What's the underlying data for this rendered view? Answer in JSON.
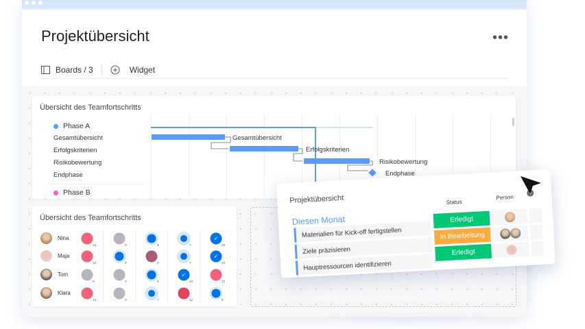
{
  "header": {
    "title": "Projektübersicht",
    "more_label": "•••",
    "boards_label": "Boards / 3",
    "widget_label": "Widget"
  },
  "gantt": {
    "title": "Übersicht des Teamfortschritts",
    "phase_a": "Phase A",
    "phase_b": "Phase B",
    "phase_a_color": "#579bfc",
    "phase_b_color": "#ff5ac4",
    "tasks": [
      {
        "label": "Gesamtübersicht"
      },
      {
        "label": "Erfolgskriterien"
      },
      {
        "label": "Risikobewertung"
      },
      {
        "label": "Endphase"
      }
    ]
  },
  "team": {
    "title": "Übersicht des Teamfortschritts",
    "people": [
      {
        "name": "Nina",
        "cells": [
          {
            "type": "pink",
            "value": "13"
          },
          {
            "type": "gray",
            "value": "0"
          },
          {
            "type": "blue",
            "value": "9"
          },
          {
            "type": "blue-small",
            "value": "7"
          },
          {
            "type": "check",
            "value": "10"
          }
        ]
      },
      {
        "name": "Maja",
        "cells": [
          {
            "type": "pink",
            "value": "13"
          },
          {
            "type": "blue",
            "value": "9"
          },
          {
            "type": "maroon",
            "value": "0"
          },
          {
            "type": "blue-small",
            "value": "7"
          },
          {
            "type": "check",
            "value": "10"
          }
        ]
      },
      {
        "name": "Tom",
        "cells": [
          {
            "type": "gray",
            "value": "0"
          },
          {
            "type": "gray",
            "value": "0"
          },
          {
            "type": "blue",
            "value": "9"
          },
          {
            "type": "check",
            "value": "10"
          },
          {
            "type": "pink",
            "value": "12"
          }
        ]
      },
      {
        "name": "Klara",
        "cells": [
          {
            "type": "pink",
            "value": "13"
          },
          {
            "type": "gray",
            "value": "0"
          },
          {
            "type": "blue-small",
            "value": "7"
          },
          {
            "type": "red",
            "value": "12"
          },
          {
            "type": "blue",
            "value": "9"
          }
        ]
      }
    ]
  },
  "board": {
    "title": "Projektübersicht",
    "group": "Diesen Monat",
    "col_status": "Status",
    "col_person": "Person",
    "add_label": "+",
    "rows": [
      {
        "task": "Materialien für Kick-off fertigstellen",
        "status": "Erledigt",
        "color": "#00c875"
      },
      {
        "task": "Ziele präzisieren",
        "status": "In Bearbeitung",
        "color": "#fdab3d"
      },
      {
        "task": "Hauptressourcen identifizieren",
        "status": "Erledigt",
        "color": "#00c875"
      }
    ]
  }
}
